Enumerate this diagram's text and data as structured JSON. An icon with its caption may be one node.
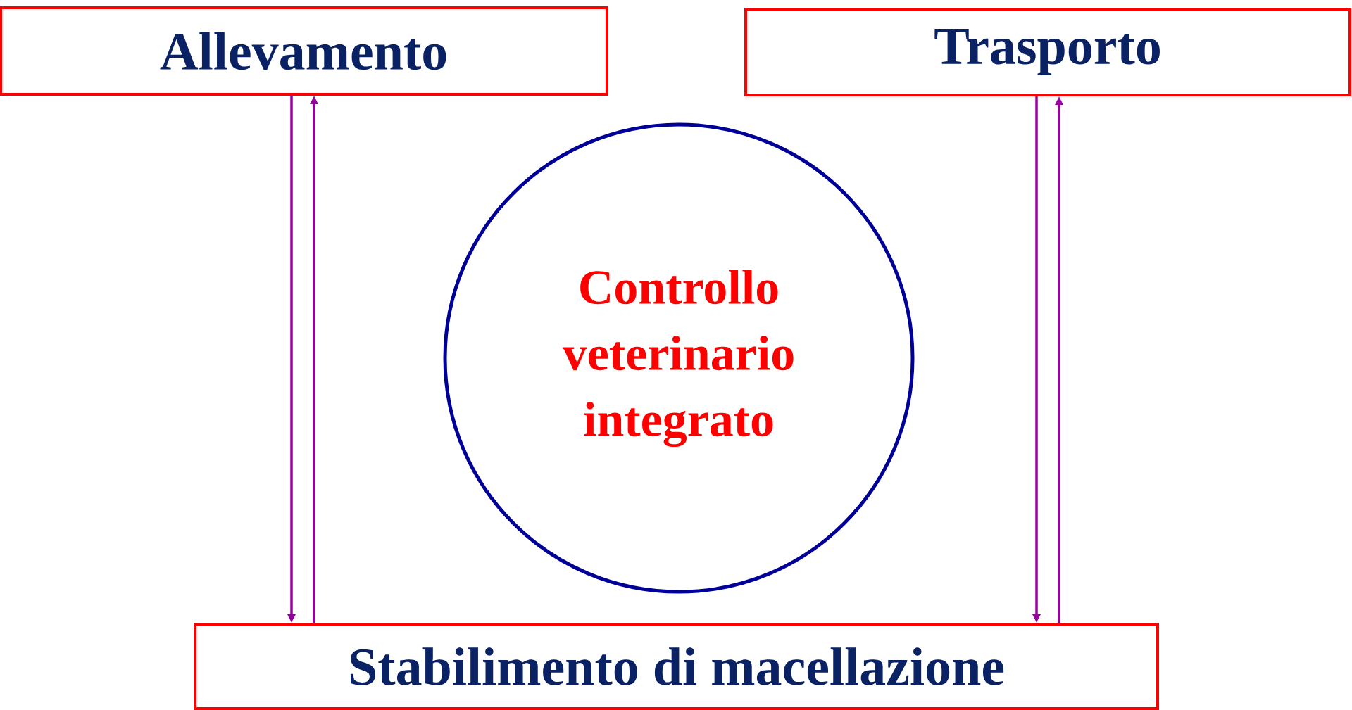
{
  "diagram": {
    "nodes": [
      {
        "text": [
          "Allevamento"
        ]
      },
      {
        "text": [
          "Trasporto"
        ]
      },
      {
        "text": [
          "Controllo veterinario integrato"
        ]
      },
      {
        "text": [
          "Stabilimento di macellazione"
        ]
      }
    ],
    "edges": [
      {
        "from": 0,
        "to": 3,
        "arrow": "to"
      },
      {
        "from": 3,
        "to": 0,
        "arrow": "to"
      },
      {
        "from": 1,
        "to": 3,
        "arrow": "to"
      },
      {
        "from": 3,
        "to": 1,
        "arrow": "to"
      }
    ]
  }
}
